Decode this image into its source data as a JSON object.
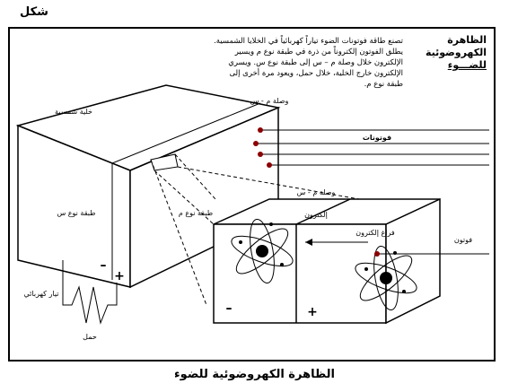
{
  "page_label": "شكل",
  "title": {
    "line1": "الظاهرة الكهروضوئية",
    "line2": "للضـــوء"
  },
  "description": "تصنع طاقة فوتونات الضوء تياراً كهربائياً في الخلايا الشمسية. يطلق الفوتون إلكتروناً من ذرة في طبقة نوع م ويسير الإلكترون خلال وصلة م – س إلى طبقة نوع س. ويسري الإلكترون خارج الخلية، خلال حمل، ويعود مرة أخرى إلى طبقة نوع م.",
  "labels": {
    "solar_cell": "خلية شمسية",
    "n_layer": "طبقة نوع س",
    "p_layer": "طبقة نوع م",
    "junction_top": "وصلة م - س",
    "junction_mid": "وصلة م - س",
    "photons": "فوتونات",
    "electron": "إلكترون",
    "hole": "فراغ إلكترون",
    "photon": "فوتون",
    "current": "تيار كهربائي",
    "load": "حمل",
    "minus_left": "–",
    "plus_left": "+",
    "minus_right": "–",
    "plus_right": "+"
  },
  "caption": "الظاهرة الكهروضوئية للضوء",
  "colors": {
    "photon_dot": "#8b0000",
    "ink": "#000000"
  }
}
